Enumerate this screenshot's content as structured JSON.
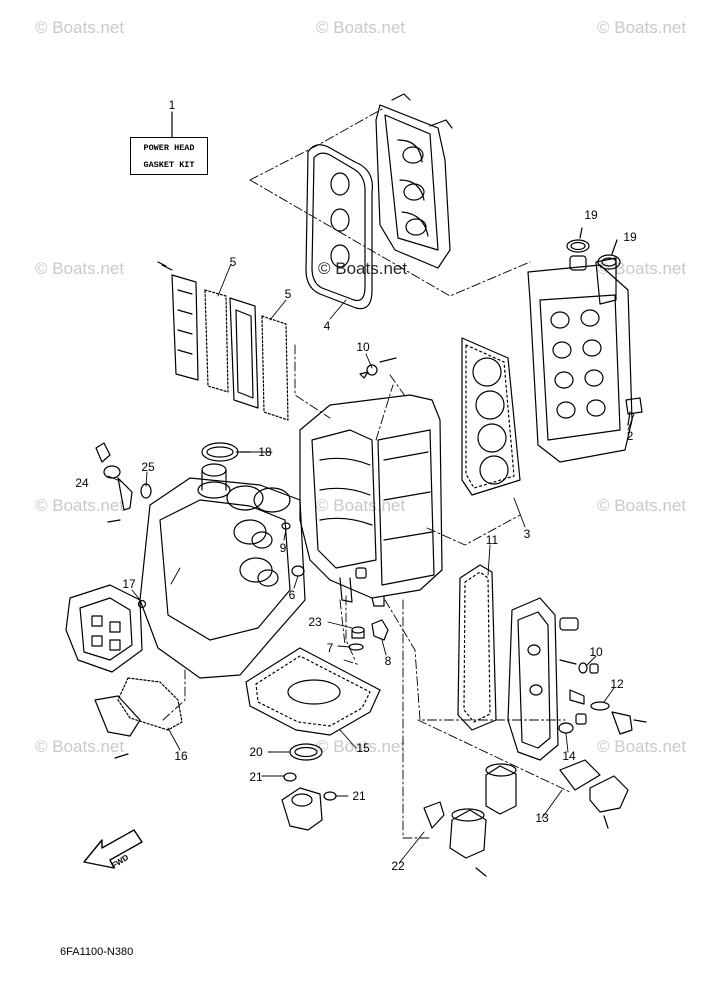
{
  "watermarks": {
    "text": "© Boats.net",
    "center_text": "© Boats.net"
  },
  "kit_label": {
    "line1": "POWER HEAD",
    "line2": "GASKET KIT"
  },
  "diagram_code": "6FA1100-N380",
  "fwd_label": "FWD",
  "callouts": {
    "n1": "1",
    "n2": "2",
    "n3": "3",
    "n4": "4",
    "n5a": "5",
    "n5b": "5",
    "n6": "6",
    "n7": "7",
    "n8": "8",
    "n9": "9",
    "n10a": "10",
    "n10b": "10",
    "n11": "11",
    "n12": "12",
    "n13": "13",
    "n14": "14",
    "n15": "15",
    "n16": "16",
    "n17": "17",
    "n18": "18",
    "n19a": "19",
    "n19b": "19",
    "n20": "20",
    "n21a": "21",
    "n21b": "21",
    "n22": "22",
    "n23": "23",
    "n24": "24",
    "n25": "25"
  },
  "colors": {
    "line": "#000000",
    "watermark": "#c9c9c9",
    "background": "#ffffff"
  }
}
